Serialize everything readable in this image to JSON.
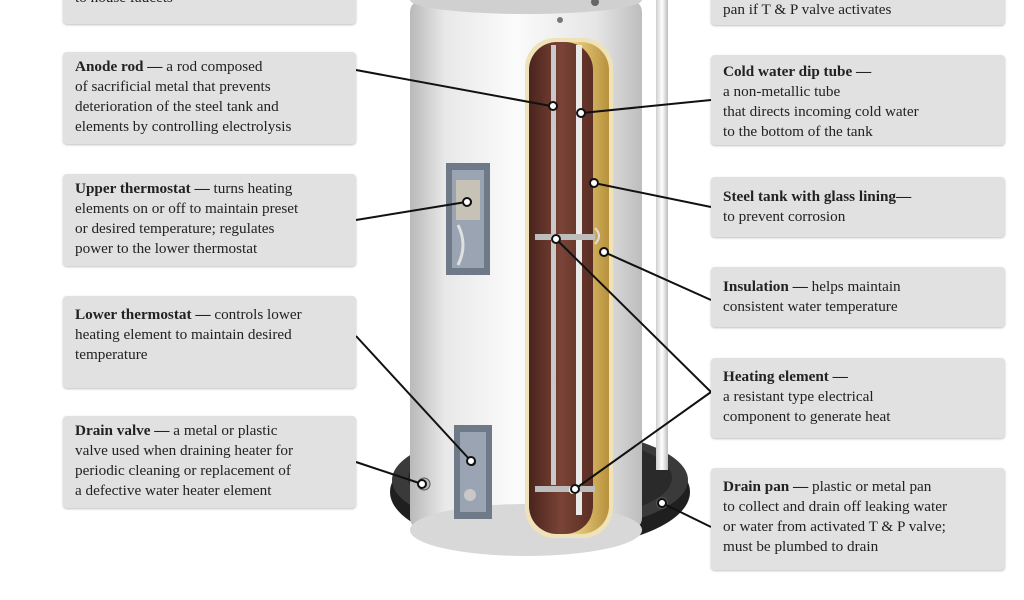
{
  "colors": {
    "box_bg": "#e1e1e1",
    "leader": "#111111",
    "tank_white": "#f2f2f2",
    "interior": "#6e3b30",
    "insulation": "#e2c36a",
    "pan": "#2b2b2b"
  },
  "left_labels": [
    {
      "id": "top-left-partial",
      "title": "",
      "lines": [
        "to house faucets"
      ]
    },
    {
      "id": "anode-rod",
      "title": "Anode rod —",
      "lines": [
        "a rod composed",
        "of sacrificial metal that prevents",
        "deterioration of the steel tank and",
        "elements by controlling electrolysis"
      ]
    },
    {
      "id": "upper-thermostat",
      "title": "Upper thermostat —",
      "lines": [
        "turns heating",
        "elements on or off to maintain preset",
        "or desired temperature; regulates",
        "power to the lower thermostat"
      ]
    },
    {
      "id": "lower-thermostat",
      "title": "Lower thermostat —",
      "lines": [
        "controls lower",
        "heating element to maintain desired",
        "temperature"
      ]
    },
    {
      "id": "drain-valve",
      "title": "Drain valve —",
      "lines": [
        "a metal or plastic",
        "valve used when draining heater for",
        "periodic cleaning or replacement of",
        "a defective water heater element"
      ]
    }
  ],
  "right_labels": [
    {
      "id": "top-right-partial",
      "title": "",
      "lines": [
        "pan if T & P valve activates"
      ]
    },
    {
      "id": "cold-water-dip-tube",
      "title": "Cold water dip tube —",
      "lines": [
        "a non-metallic tube",
        "that directs incoming cold water",
        "to the bottom of the tank"
      ]
    },
    {
      "id": "steel-tank",
      "title": "Steel tank with glass lining—",
      "lines": [
        "to prevent corrosion"
      ]
    },
    {
      "id": "insulation",
      "title": "Insulation —",
      "lines": [
        "helps maintain",
        "consistent water temperature"
      ]
    },
    {
      "id": "heating-element",
      "title": "Heating element —",
      "lines": [
        "a resistant type electrical",
        "component to generate heat"
      ]
    },
    {
      "id": "drain-pan",
      "title": "Drain pan —",
      "lines": [
        "plastic or metal pan",
        "to collect and drain off leaking water",
        "or water from activated T & P valve;",
        "must be plumbed to drain"
      ]
    }
  ]
}
